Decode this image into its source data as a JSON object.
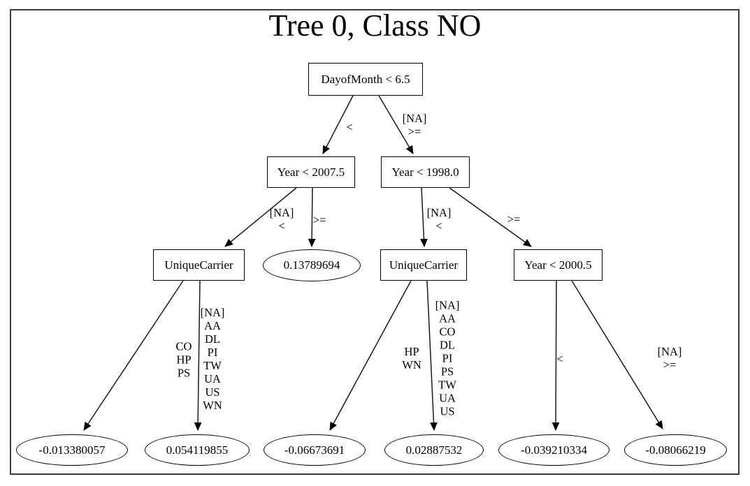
{
  "diagram": {
    "title": "Tree 0, Class NO",
    "tree": {
      "label": "DayofMonth < 6.5",
      "children": [
        {
          "edge": "<",
          "label": "Year < 2007.5",
          "children": [
            {
              "edge": "[NA]\n<",
              "label": "UniqueCarrier",
              "children": [
                {
                  "edge": "CO\nHP\nPS",
                  "label": "-0.013380057"
                },
                {
                  "edge": "[NA]\nAA\nDL\nPI\nTW\nUA\nUS\nWN",
                  "label": "0.054119855"
                }
              ]
            },
            {
              "edge": ">=",
              "label": "0.13789694"
            }
          ]
        },
        {
          "edge": "[NA]\n>=",
          "label": "Year < 1998.0",
          "children": [
            {
              "edge": "[NA]\n<",
              "label": "UniqueCarrier",
              "children": [
                {
                  "edge": "HP\nWN",
                  "label": "-0.06673691"
                },
                {
                  "edge": "[NA]\nAA\nCO\nDL\nPI\nPS\nTW\nUA\nUS",
                  "label": "0.02887532"
                }
              ]
            },
            {
              "edge": ">=",
              "label": "Year < 2000.5",
              "children": [
                {
                  "edge": "<",
                  "label": "-0.039210334"
                },
                {
                  "edge": "[NA]\n>=",
                  "label": "-0.08066219"
                }
              ]
            }
          ]
        }
      ]
    }
  }
}
